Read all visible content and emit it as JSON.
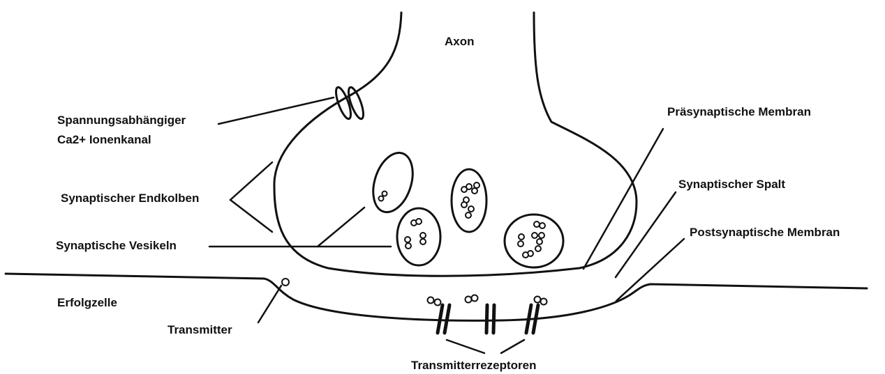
{
  "labels": {
    "axon": "Axon",
    "channel_line1": "Spannungsabhängiger",
    "channel_line2": "Ca2+ Ionenkanal",
    "end_bulb": "Synaptischer Endkolben",
    "vesicles": "Synaptische Vesikeln",
    "target_cell": "Erfolgzelle",
    "transmitter": "Transmitter",
    "receptors": "Transmitterrezeptoren",
    "presynaptic": "Präsynaptische Membran",
    "cleft": "Synaptischer Spalt",
    "postsynaptic": "Postsynaptische Membran"
  },
  "colors": {
    "ink": "#111111",
    "background": "#ffffff"
  }
}
